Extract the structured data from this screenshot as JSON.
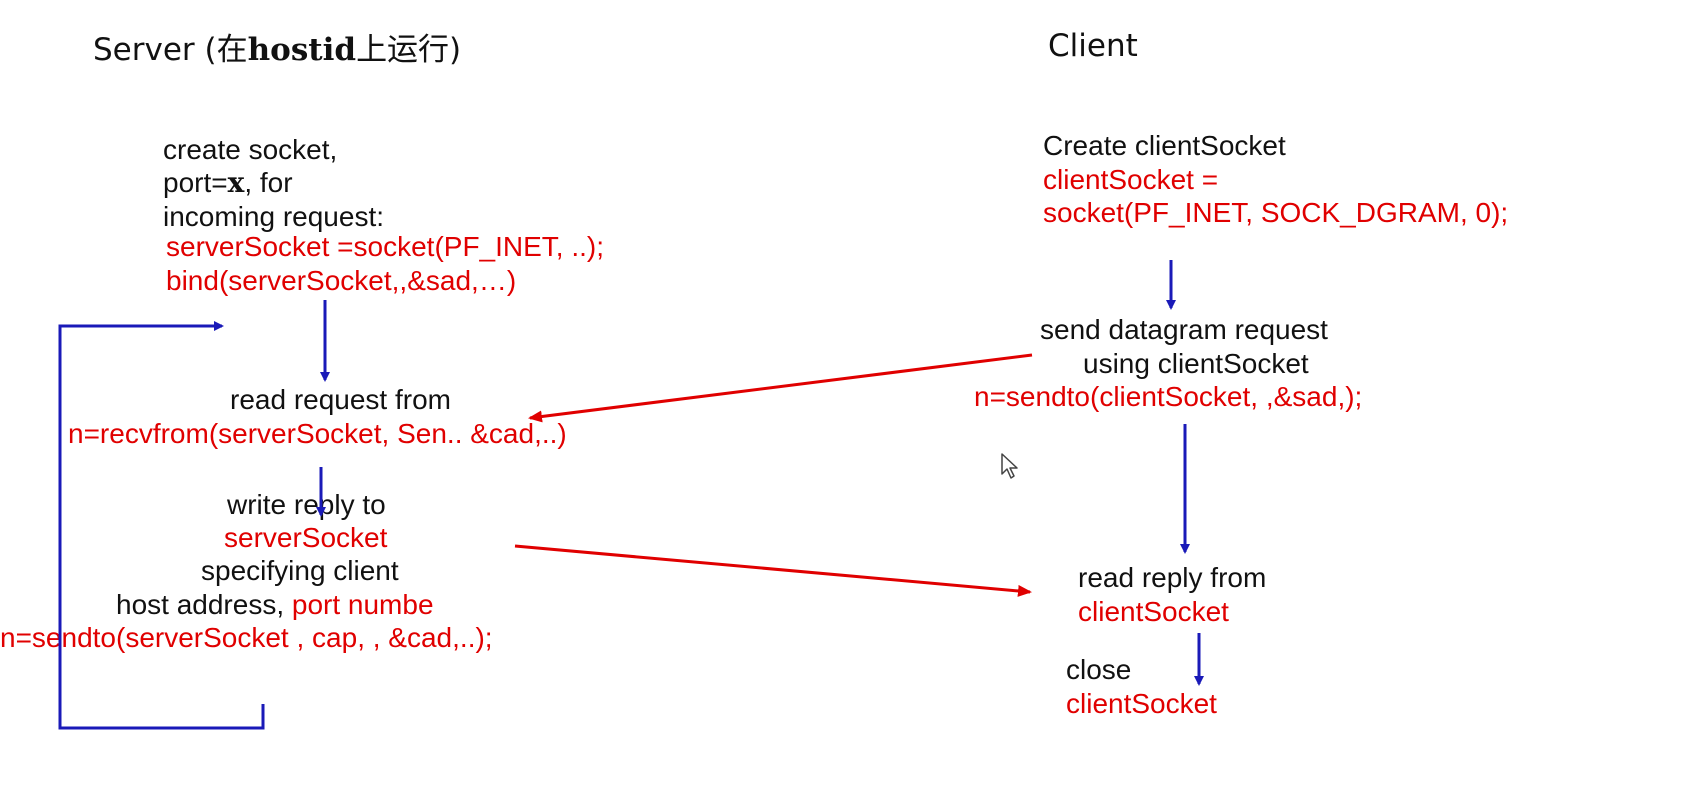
{
  "server": {
    "header_prefix": "Server (在",
    "header_host": "hostid",
    "header_suffix": "上运行)",
    "create_socket": "create socket,",
    "port_prefix": "port=",
    "port_var": "x",
    "port_suffix": ", for",
    "incoming_request": "incoming request:",
    "socket_call": "serverSocket =socket(PF_INET, ..);",
    "bind_call": "bind(serverSocket,,&sad,…)",
    "read_request": "read request from",
    "recvfrom_call": "n=recvfrom(serverSocket, Sen.. &cad,..)",
    "write_reply": "write reply to",
    "server_socket": "serverSocket",
    "specifying_client": "specifying client",
    "host_address": "host address, ",
    "port_number": "port numbe",
    "sendto_call": "n=sendto(serverSocket , cap, , &cad,..);"
  },
  "client": {
    "header": "Client",
    "create_client_socket": "Create clientSocket",
    "client_socket_assign": "clientSocket =",
    "socket_call": "socket(PF_INET, SOCK_DGRAM, 0);",
    "send_datagram": "send datagram request",
    "using_client_socket": "using clientSocket",
    "sendto_call": "n=sendto(clientSocket, ,&sad,);",
    "read_reply": "read reply from",
    "client_socket_1": "clientSocket",
    "close": "close",
    "client_socket_2": "clientSocket"
  },
  "colors": {
    "code_text": "#e00000",
    "plain_text": "#111111",
    "flow_arrow": "#1a1ab8",
    "message_arrow": "#e00000"
  }
}
